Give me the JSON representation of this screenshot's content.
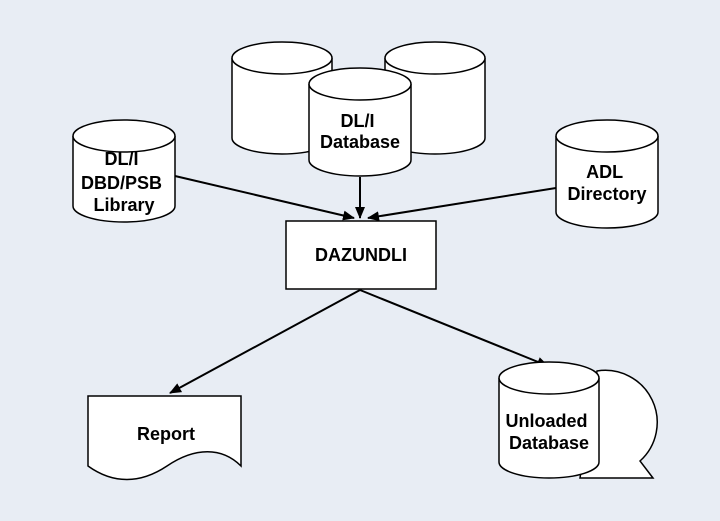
{
  "nodes": {
    "dbd_library": {
      "lines": [
        "DL/I",
        "DBD/PSB",
        "Library"
      ]
    },
    "dli_database": {
      "lines": [
        "DL/I",
        "Database"
      ]
    },
    "adl_directory": {
      "lines": [
        "ADL",
        "Directory"
      ]
    },
    "dazundli": {
      "label": "DAZUNDLI"
    },
    "report": {
      "label": "Report"
    },
    "unloaded_database": {
      "lines": [
        "Unloaded",
        "Database"
      ]
    }
  },
  "colors": {
    "background": "#e8edf4",
    "shape_fill": "#ffffff",
    "stroke": "#000000"
  }
}
